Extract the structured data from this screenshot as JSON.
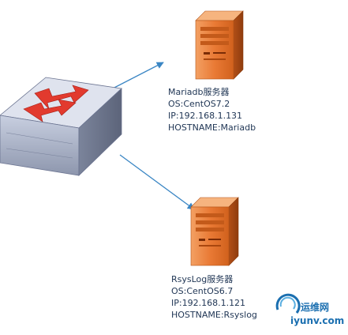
{
  "nodes": {
    "mariadb": {
      "title": "Mariadb服务器",
      "os": "OS:CentOS7.2",
      "ip": "IP:192.168.1.131",
      "hostname": "HOSTNAME:Mariadb"
    },
    "rsyslog": {
      "title": "RsysLog服务器",
      "os": "OS:CentOS6.7",
      "ip": "IP:192.168.1.121",
      "hostname": "HOSTNAME:Rsyslog"
    }
  },
  "watermark": {
    "cn": "运维网",
    "domain": "iyunv.com"
  },
  "colors": {
    "server_body": "#e87a35",
    "switch_body": "#a9b2c8",
    "arrow": "#3a86c4",
    "watermark": "#1b6fb0"
  },
  "icons": {
    "switch": "network-switch-icon",
    "server": "server-tower-icon",
    "watermark": "iyunv-logo-icon"
  }
}
